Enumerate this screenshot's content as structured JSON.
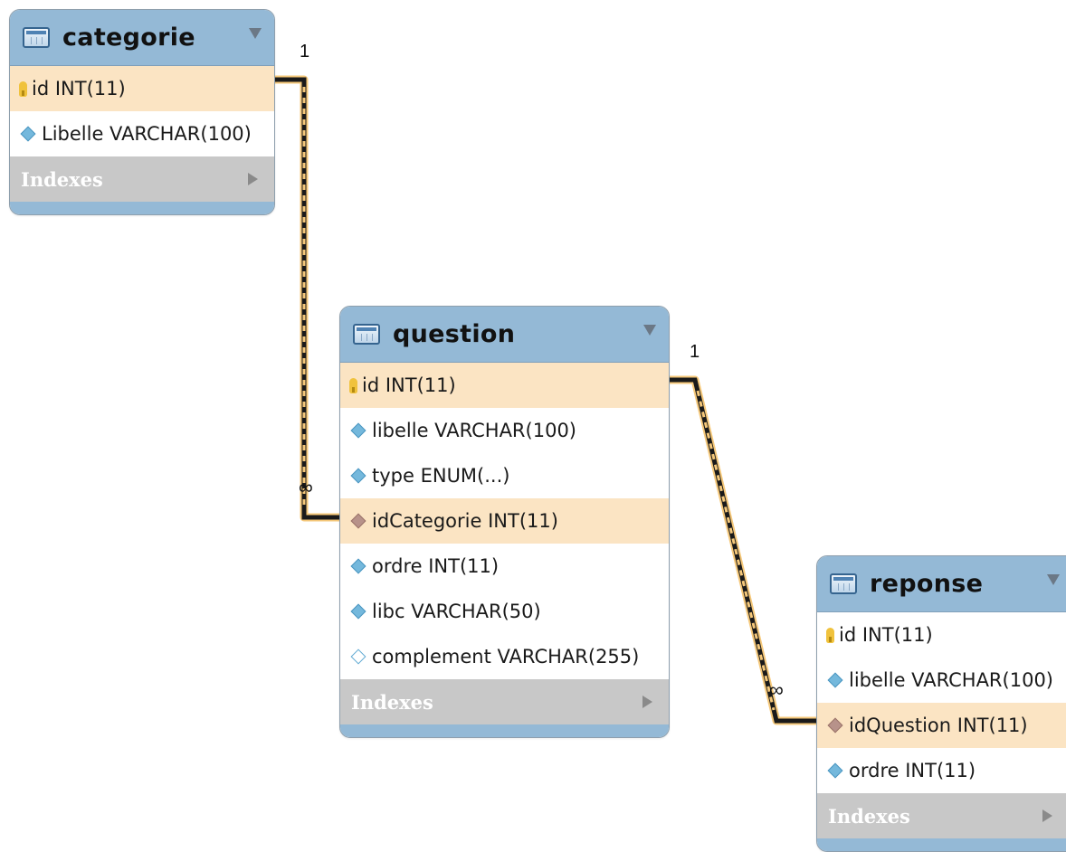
{
  "tables": {
    "categorie": {
      "name": "categorie",
      "columns": [
        {
          "label": "id INT(11)",
          "icon": "primary-key-icon"
        },
        {
          "label": "Libelle VARCHAR(100)",
          "icon": "column-icon"
        }
      ],
      "indexes_label": "Indexes"
    },
    "question": {
      "name": "question",
      "columns": [
        {
          "label": "id INT(11)",
          "icon": "primary-key-icon"
        },
        {
          "label": "libelle VARCHAR(100)",
          "icon": "column-icon"
        },
        {
          "label": "type ENUM(...)",
          "icon": "column-icon"
        },
        {
          "label": "idCategorie INT(11)",
          "icon": "foreign-key-icon"
        },
        {
          "label": "ordre INT(11)",
          "icon": "column-icon"
        },
        {
          "label": "libc VARCHAR(50)",
          "icon": "column-icon"
        },
        {
          "label": "complement VARCHAR(255)",
          "icon": "nullable-column-icon"
        }
      ],
      "indexes_label": "Indexes"
    },
    "reponse": {
      "name": "reponse",
      "columns": [
        {
          "label": "id INT(11)",
          "icon": "primary-key-icon"
        },
        {
          "label": "libelle VARCHAR(100)",
          "icon": "column-icon"
        },
        {
          "label": "idQuestion INT(11)",
          "icon": "foreign-key-icon"
        },
        {
          "label": "ordre INT(11)",
          "icon": "column-icon"
        }
      ],
      "indexes_label": "Indexes"
    }
  },
  "relationships": [
    {
      "from": "categorie.id",
      "to": "question.idCategorie",
      "from_card": "1",
      "to_card": "∞"
    },
    {
      "from": "question.id",
      "to": "reponse.idQuestion",
      "from_card": "1",
      "to_card": "∞"
    }
  ],
  "colors": {
    "header": "#94b9d6",
    "highlight_row": "#fbe4c3",
    "relation_highlight": "#f5c87a",
    "indexes_bar": "#c8c8c8"
  }
}
